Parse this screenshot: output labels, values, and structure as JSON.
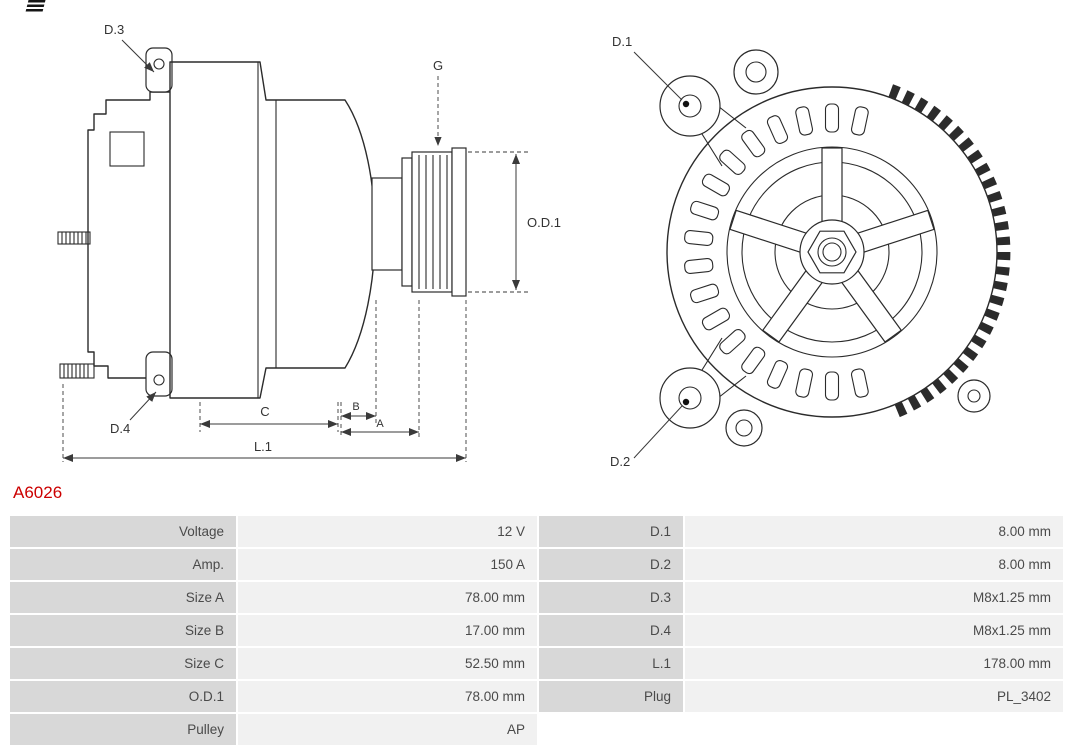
{
  "part_number": "A6026",
  "colors": {
    "part_number_accent": "#cc0000",
    "table_label_bg": "#d8d8d8",
    "table_value_bg": "#f1f1f1"
  },
  "diagram": {
    "labels": {
      "d1": "D.1",
      "d2": "D.2",
      "d3": "D.3",
      "d4": "D.4",
      "g": "G",
      "od1": "O.D.1",
      "a": "A",
      "b": "B",
      "c": "C",
      "l1": "L.1"
    }
  },
  "spec_table": {
    "rows": [
      {
        "label": "Voltage",
        "value": "12 V",
        "label2": "D.1",
        "value2": "8.00 mm"
      },
      {
        "label": "Amp.",
        "value": "150 A",
        "label2": "D.2",
        "value2": "8.00 mm"
      },
      {
        "label": "Size A",
        "value": "78.00 mm",
        "label2": "D.3",
        "value2": "M8x1.25 mm"
      },
      {
        "label": "Size B",
        "value": "17.00 mm",
        "label2": "D.4",
        "value2": "M8x1.25 mm"
      },
      {
        "label": "Size C",
        "value": "52.50 mm",
        "label2": "L.1",
        "value2": "178.00 mm"
      },
      {
        "label": "O.D.1",
        "value": "78.00 mm",
        "label2": "Plug",
        "value2": "PL_3402"
      },
      {
        "label": "Pulley",
        "value": "AP",
        "label2": "",
        "value2": ""
      }
    ]
  }
}
